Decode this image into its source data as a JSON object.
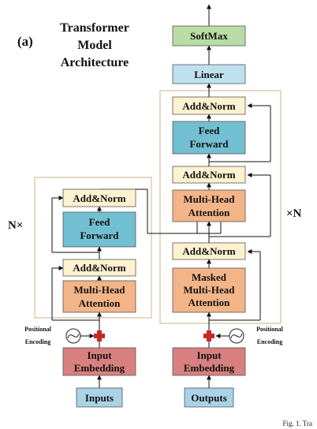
{
  "panel_label": "(a)",
  "title": [
    "Transformer",
    "Model",
    "Architecture"
  ],
  "encoder": {
    "repeat_label": "N×",
    "add_norm_top": "Add&Norm",
    "feed_forward": [
      "Feed",
      "Forward"
    ],
    "add_norm_bottom": "Add&Norm",
    "attention": [
      "Multi-Head",
      "Attention"
    ],
    "embedding": [
      "Input",
      "Embedding"
    ],
    "input": "Inputs",
    "positional_encoding": [
      "Positional",
      "Encoding"
    ]
  },
  "decoder": {
    "repeat_label": "×N",
    "softmax": "SoftMax",
    "linear": "Linear",
    "add_norm_top": "Add&Norm",
    "feed_forward": [
      "Feed",
      "Forward"
    ],
    "add_norm_mid": "Add&Norm",
    "attention": [
      "Multi-Head",
      "Attention"
    ],
    "add_norm_bottom": "Add&Norm",
    "masked_attention": [
      "Masked",
      "Multi-Head",
      "Attention"
    ],
    "embedding": [
      "Input",
      "Embedding"
    ],
    "input": "Outputs",
    "positional_encoding": [
      "Positional",
      "Encoding"
    ]
  },
  "caption_fragment": "Fig. 1. Tra",
  "colors": {
    "softmax": "#b9dca4",
    "linear": "#bfe0ef",
    "add_norm": "#fdf2d0",
    "feed_forward": "#73bfd2",
    "attention": "#f3b488",
    "embedding": "#d8807f",
    "inputs": "#a9d2e6",
    "block_border": "#c9b48a",
    "plus": "#c62828"
  }
}
